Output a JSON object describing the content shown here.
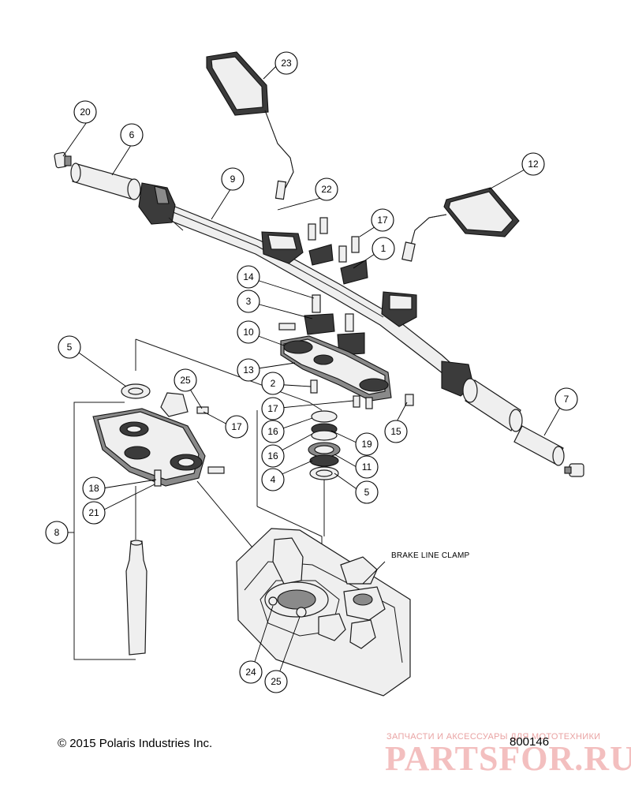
{
  "copyright": "© 2015 Polaris Industries Inc.",
  "diagram_number": "800146",
  "brake_line_label": "BRAKE LINE CLAMP",
  "watermark": {
    "tagline": "ЗАПЧАСТИ И АКСЕССУАРЫ ДЛЯ МОТОТЕХНИКИ",
    "logo": "PARTSFOR.RU"
  },
  "callouts": {
    "c1": "1",
    "c2": "2",
    "c3": "3",
    "c4": "4",
    "c5a": "5",
    "c5b": "5",
    "c6": "6",
    "c7": "7",
    "c8": "8",
    "c9": "9",
    "c10": "10",
    "c11": "11",
    "c12": "12",
    "c13": "13",
    "c14": "14",
    "c15": "15",
    "c16a": "16",
    "c16b": "16",
    "c17a": "17",
    "c17b": "17",
    "c17c": "17",
    "c18": "18",
    "c19": "19",
    "c20": "20",
    "c21": "21",
    "c22": "22",
    "c23": "23",
    "c24": "24",
    "c25a": "25",
    "c25b": "25"
  }
}
